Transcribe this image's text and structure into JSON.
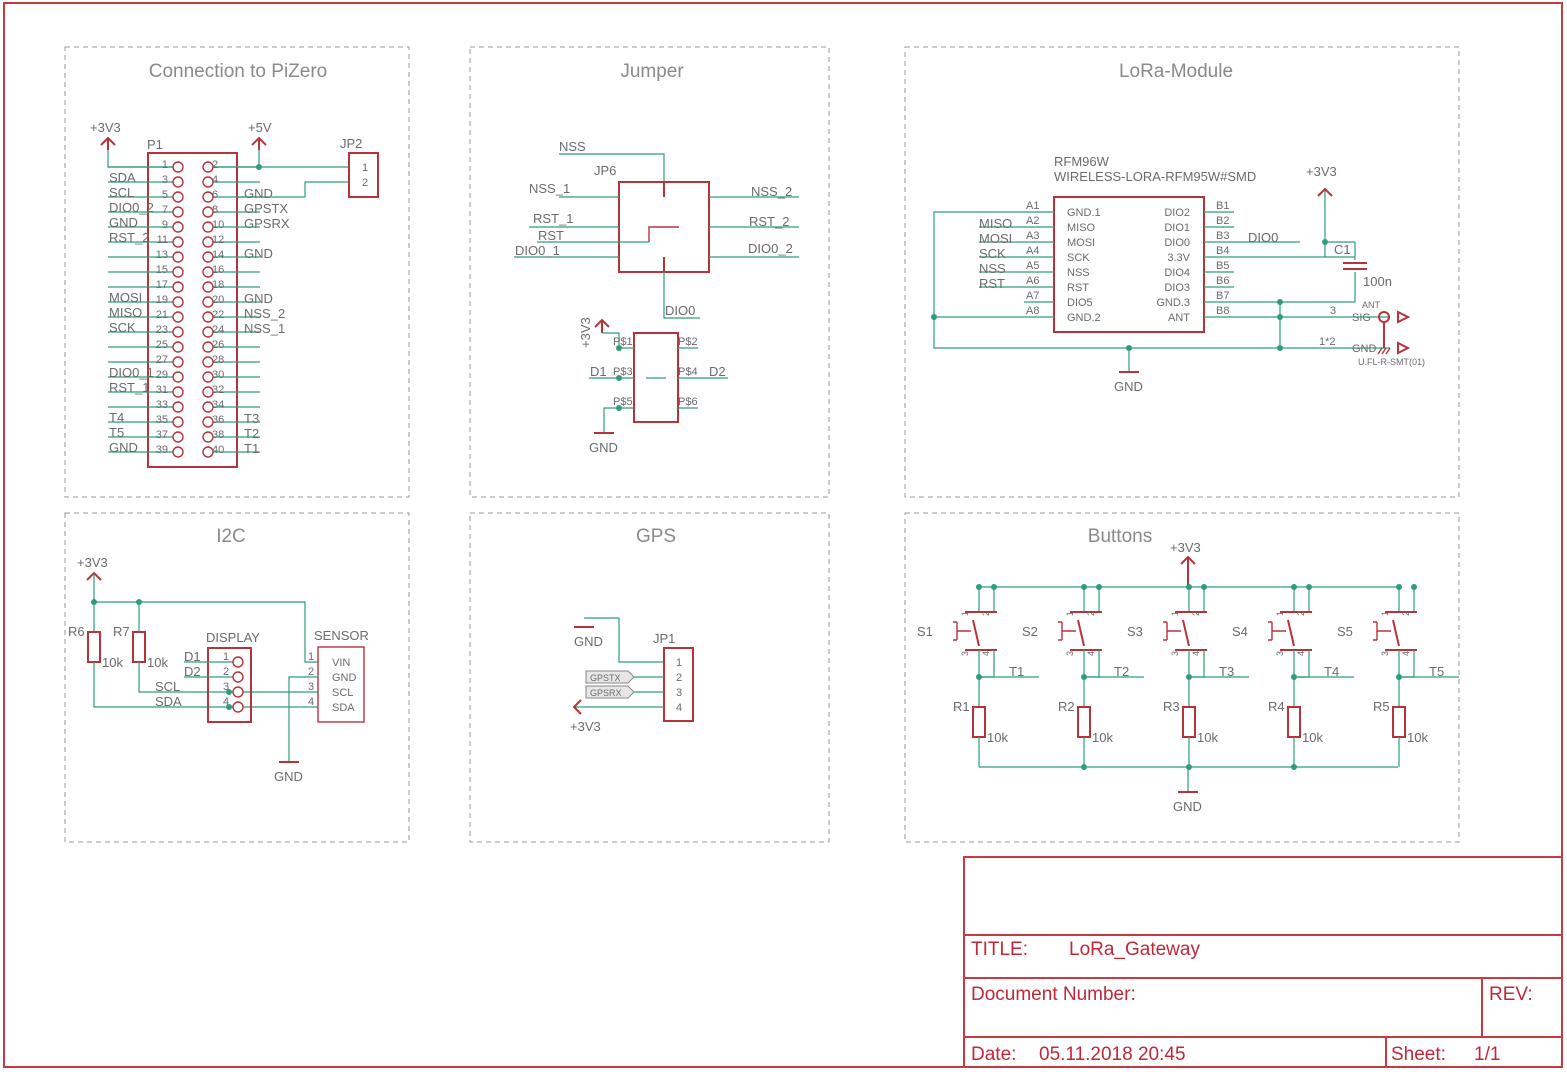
{
  "sheets": {
    "pizero": "Connection to PiZero",
    "jumper": "Jumper",
    "lora": "LoRa-Module",
    "i2c": "I2C",
    "gps": "GPS",
    "buttons": "Buttons"
  },
  "pizero": {
    "part": "P1",
    "jp2": "JP2",
    "jp2_pins": [
      "1",
      "2"
    ],
    "supply_3v3": "+3V3",
    "supply_5v": "+5V",
    "odd_pins": [
      "1",
      "3",
      "5",
      "7",
      "9",
      "11",
      "13",
      "15",
      "17",
      "19",
      "21",
      "23",
      "25",
      "27",
      "29",
      "31",
      "33",
      "35",
      "37",
      "39"
    ],
    "even_pins": [
      "2",
      "4",
      "6",
      "8",
      "10",
      "12",
      "14",
      "16",
      "18",
      "20",
      "22",
      "24",
      "26",
      "28",
      "30",
      "32",
      "34",
      "36",
      "38",
      "40"
    ],
    "left_nets": [
      "",
      "SDA",
      "SCL",
      "DIO0_2",
      "GND",
      "RST_2",
      "",
      "",
      "",
      "MOSI",
      "MISO",
      "SCK",
      "",
      "",
      "DIO0_1",
      "RST_1",
      "",
      "T4",
      "T5",
      "GND"
    ],
    "right_nets": [
      "",
      "",
      "GND",
      "GPSTX",
      "GPSRX",
      "",
      "GND",
      "",
      "",
      "GND",
      "NSS_2",
      "NSS_1",
      "",
      "",
      "",
      "",
      "",
      "T3",
      "T2",
      "T1"
    ]
  },
  "jumper": {
    "part": "JP6",
    "nss": "NSS",
    "nss1": "NSS_1",
    "nss2": "NSS_2",
    "rst1": "RST_1",
    "rst": "RST",
    "rst2": "RST_2",
    "dio01": "DIO0_1",
    "dio02": "DIO0_2",
    "dio0": "DIO0",
    "supply": "+3V3",
    "gnd": "GND",
    "pads": [
      "P$1",
      "P$2",
      "P$3",
      "P$4",
      "P$5",
      "P$6"
    ],
    "d1": "D1",
    "d2": "D2"
  },
  "lora": {
    "name": "RFM96W",
    "value": "WIRELESS-LORA-RFM95W#SMD",
    "a_pins": [
      "A1",
      "A2",
      "A3",
      "A4",
      "A5",
      "A6",
      "A7",
      "A8"
    ],
    "a_names": [
      "GND.1",
      "MISO",
      "MOSI",
      "SCK",
      "NSS",
      "RST",
      "DIO5",
      "GND.2"
    ],
    "a_nets": [
      "",
      "MISO",
      "MOSI",
      "SCK",
      "NSS",
      "RST",
      "",
      ""
    ],
    "b_pins": [
      "B1",
      "B2",
      "B3",
      "B4",
      "B5",
      "B6",
      "B7",
      "B8"
    ],
    "b_names": [
      "DIO2",
      "DIO1",
      "DIO0",
      "3.3V",
      "DIO4",
      "DIO3",
      "GND.3",
      "ANT"
    ],
    "dio0_net": "DIO0",
    "supply": "+3V3",
    "cap": "C1",
    "cap_value": "100n",
    "gnd": "GND",
    "conn_pin3": "3",
    "conn_pin12": "1*2",
    "conn_ant": "ANT",
    "conn_sig": "SIG",
    "conn_gnd": "GND",
    "conn_part": "U.FL-R-SMT(01)"
  },
  "i2c": {
    "supply": "+3V3",
    "r6": "R6",
    "r7": "R7",
    "r_value": "10k",
    "display": "DISPLAY",
    "display_pins": [
      "1",
      "2",
      "3",
      "4"
    ],
    "d1": "D1",
    "d2": "D2",
    "scl": "SCL",
    "sda": "SDA",
    "sensor": "SENSOR",
    "sensor_pins": [
      "1",
      "2",
      "3",
      "4"
    ],
    "sensor_names": [
      "VIN",
      "GND",
      "SCL",
      "SDA"
    ],
    "gnd": "GND"
  },
  "gps": {
    "gnd": "GND",
    "part": "JP1",
    "pins": [
      "1",
      "2",
      "3",
      "4"
    ],
    "tx": "GPSTX",
    "rx": "GPSRX",
    "supply": "+3V3"
  },
  "buttons": {
    "supply": "+3V3",
    "gnd": "GND",
    "switches": [
      "S1",
      "S2",
      "S3",
      "S4",
      "S5"
    ],
    "resistors": [
      "R1",
      "R2",
      "R3",
      "R4",
      "R5"
    ],
    "r_value": "10k",
    "nets": [
      "T1",
      "T2",
      "T3",
      "T4",
      "T5"
    ],
    "pin_nums": [
      "1",
      "2",
      "3",
      "4"
    ]
  },
  "titleblock": {
    "title_label": "TITLE:",
    "title": "LoRa_Gateway",
    "docnum_label": "Document Number:",
    "rev_label": "REV:",
    "date_label": "Date:",
    "date": "05.11.2018 20:45",
    "sheet_label": "Sheet:",
    "sheet": "1/1"
  }
}
